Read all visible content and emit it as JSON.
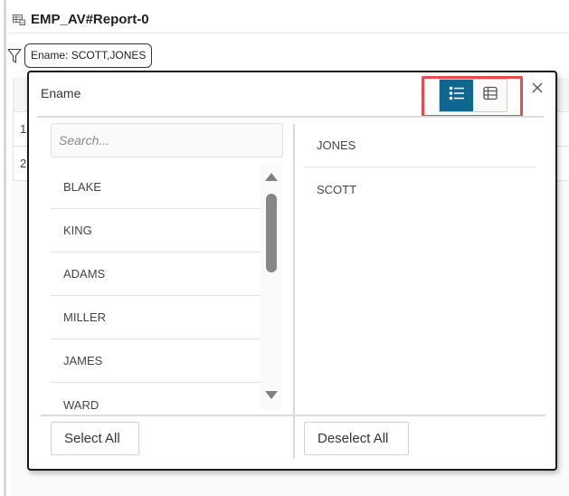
{
  "report": {
    "title": "EMP_AV#Report-0",
    "icon": "report-grid-icon"
  },
  "filter": {
    "icon": "filter-funnel-icon",
    "chip_label": "Ename: SCOTT,JONES"
  },
  "background_table": {
    "rows": [
      "",
      "1",
      "2"
    ]
  },
  "popup": {
    "title": "Ename",
    "view_toggle": {
      "list_view": {
        "icon": "list-view-icon",
        "active": true
      },
      "grid_view": {
        "icon": "table-view-icon",
        "active": false
      },
      "highlight_color": "#e84a52",
      "active_color": "#0f6790"
    },
    "close_icon": "close-icon",
    "search": {
      "placeholder": "Search...",
      "value": ""
    },
    "available_items": [
      "BLAKE",
      "KING",
      "ADAMS",
      "MILLER",
      "JAMES",
      "WARD"
    ],
    "selected_items": [
      "JONES",
      "SCOTT"
    ],
    "select_all_label": "Select All",
    "deselect_all_label": "Deselect All"
  }
}
